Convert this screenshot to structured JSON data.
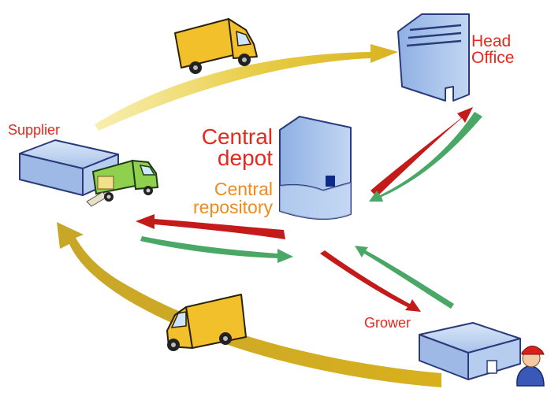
{
  "labels": {
    "head_office": "Head\nOffice",
    "supplier": "Supplier",
    "central_depot": "Central\ndepot",
    "central_repository": "Central\nrepository",
    "grower": "Grower"
  },
  "colors": {
    "label_red": "#e8281c",
    "label_orange": "#f08a1e",
    "building_blue": "#a9c3ea",
    "building_outline": "#2a3a7a",
    "truck_yellow": "#f2c02a",
    "truck_green": "#8fd14f",
    "flow_gold": "#e3c23a",
    "arrow_red": "#c41a1a",
    "arrow_green": "#4aa866"
  },
  "icons": [
    "truck-icon",
    "building-icon",
    "person-icon",
    "arrow-icon"
  ]
}
